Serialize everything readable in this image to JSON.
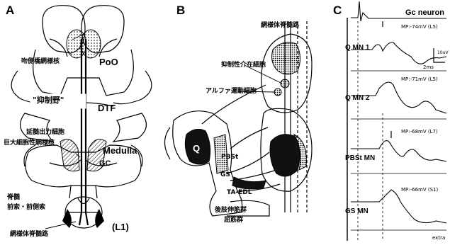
{
  "panels": {
    "a": "A",
    "b": "B",
    "c": "C"
  },
  "panel_a": {
    "label_oral_pontine": "吻側橋網様核",
    "label_poo": "PoO",
    "label_suppressive_area": "\"抑制野\"",
    "label_dtf": "DTF",
    "label_efferent_cells": "延髄出力細胞",
    "label_giant_cell": "巨大細胞性網様核",
    "label_medulla": "Medulla",
    "label_gc": "GC",
    "label_spinal_cord": "脊髄",
    "label_funiculi": "前索・前側索",
    "label_reticulospinal": "網様体脊髄路",
    "label_l1": "(L1)"
  },
  "panel_b": {
    "label_reticulospinal_tract": "網様体脊髄路",
    "label_inhibitory_interneuron": "抑制性介在細胞",
    "label_alpha_motoneuron": "アルファ運動細胞",
    "label_q": "Q",
    "label_pbst": "PBSt",
    "label_gs": "GS",
    "label_ta_edl": "TA-EDL",
    "label_hindlimb_extensors": "後肢伸筋群",
    "label_flexors": "屈筋群"
  },
  "panel_c": {
    "title": "Gc neuron",
    "traces": [
      {
        "label": "Q MN 1",
        "mp": "MP:-74mV (L5)"
      },
      {
        "label": "Q MN 2",
        "mp": "MP:-71mV (L5)"
      },
      {
        "label": "PBSt MN",
        "mp": "MP:-68mV (L7)"
      },
      {
        "label": "GS MN",
        "mp": "MP:-66mV (S1)"
      }
    ],
    "scale_voltage": "10uV",
    "scale_time": "2ms",
    "extra_label": "extra"
  }
}
